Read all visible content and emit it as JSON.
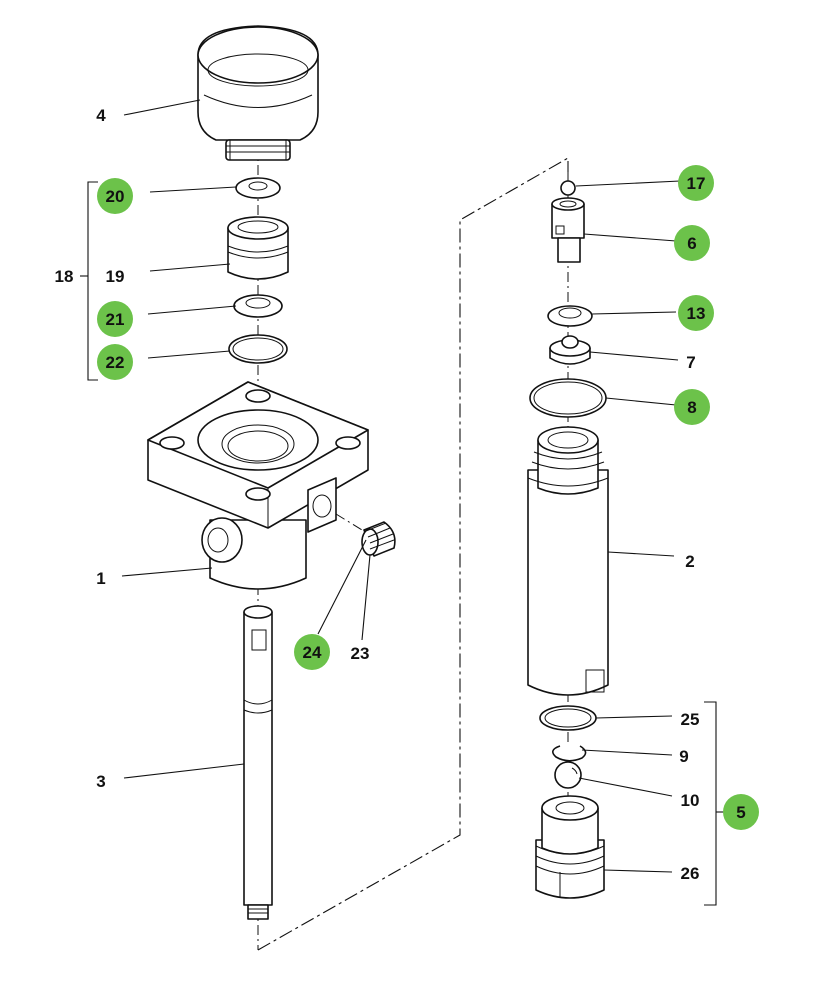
{
  "badge_color": "#6cc24a",
  "labels": {
    "p1": "1",
    "p2": "2",
    "p3": "3",
    "p4": "4",
    "p5": "5",
    "p6": "6",
    "p7": "7",
    "p8": "8",
    "p9": "9",
    "p10": "10",
    "p13": "13",
    "p17": "17",
    "p18": "18",
    "p19": "19",
    "p20": "20",
    "p21": "21",
    "p22": "22",
    "p23": "23",
    "p24": "24",
    "p25": "25",
    "p26": "26"
  },
  "highlighted_parts": [
    "20",
    "21",
    "22",
    "24",
    "17",
    "6",
    "13",
    "8",
    "5"
  ]
}
